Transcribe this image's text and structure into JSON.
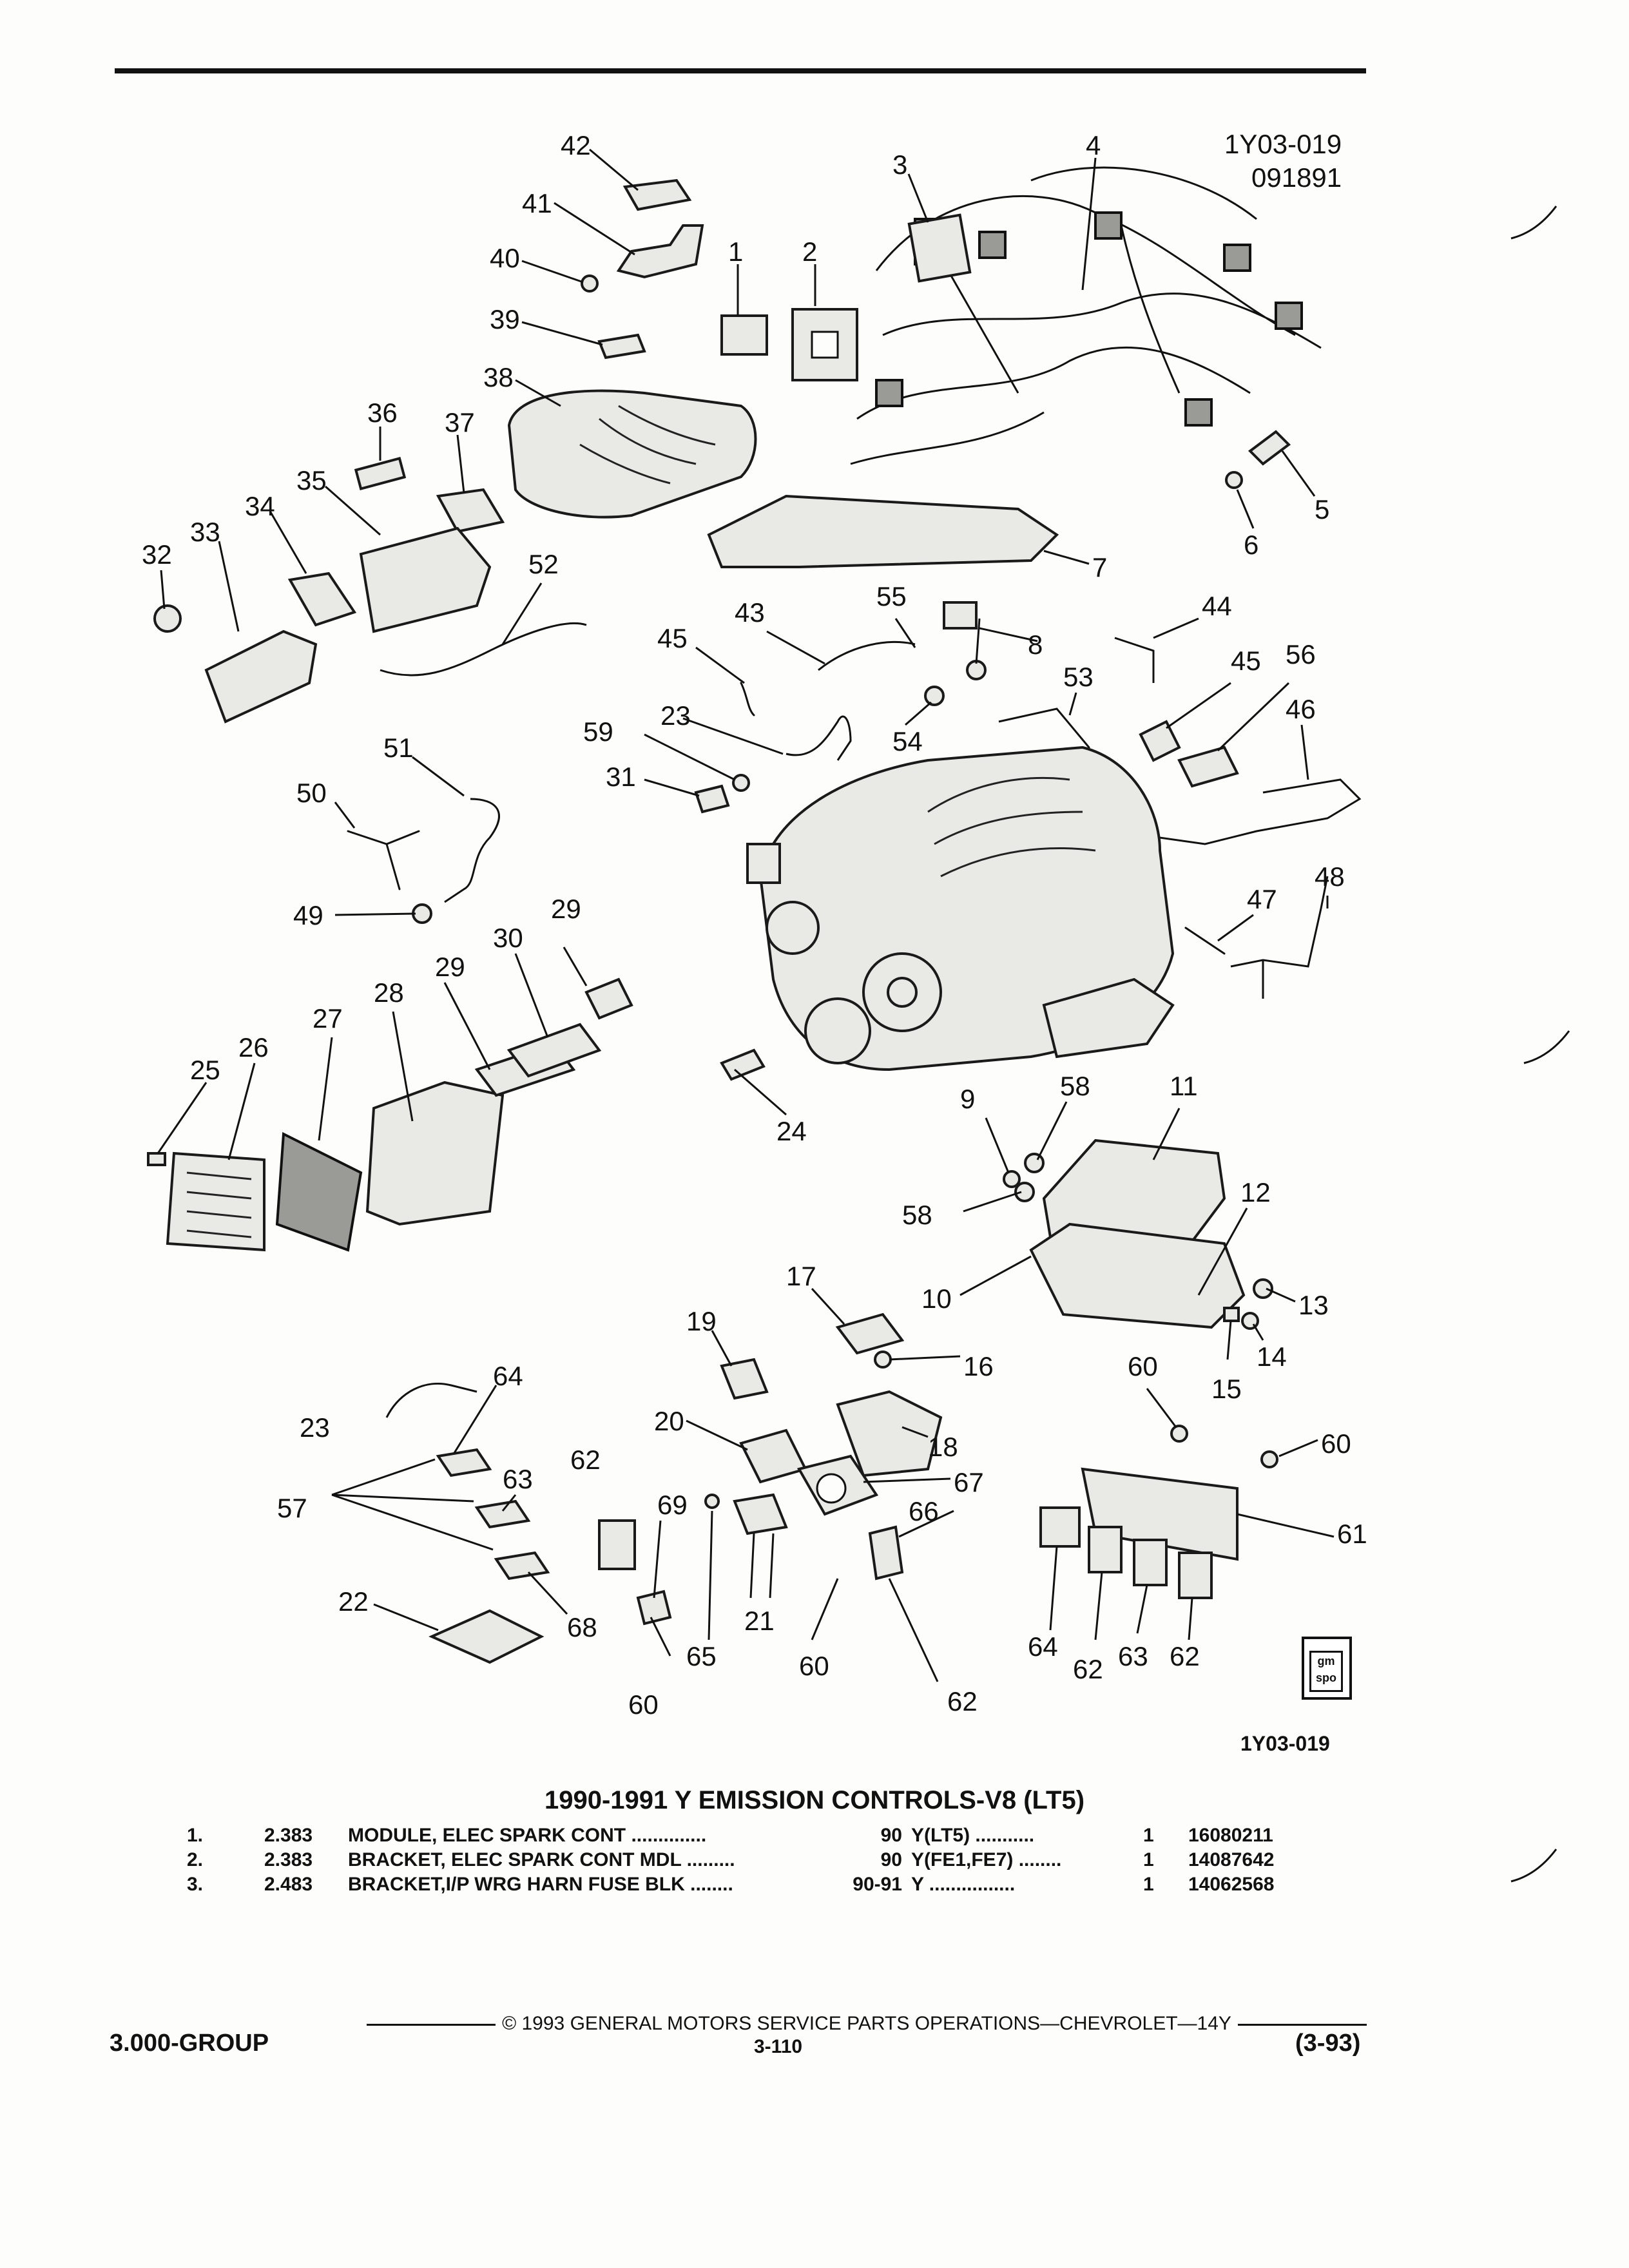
{
  "header": {
    "diagram_code": "1Y03-019",
    "date_code": "091891"
  },
  "diagram": {
    "callouts": [
      "42",
      "41",
      "40",
      "39",
      "38",
      "36",
      "37",
      "35",
      "34",
      "33",
      "32",
      "1",
      "2",
      "3",
      "4",
      "5",
      "6",
      "7",
      "52",
      "55",
      "43",
      "8",
      "44",
      "45",
      "45",
      "56",
      "46",
      "53",
      "59",
      "23",
      "54",
      "31",
      "51",
      "50",
      "49",
      "30",
      "29",
      "29",
      "48",
      "47",
      "28",
      "27",
      "26",
      "25",
      "24",
      "9",
      "58",
      "11",
      "58",
      "12",
      "10",
      "13",
      "14",
      "15",
      "17",
      "19",
      "16",
      "18",
      "64",
      "20",
      "67",
      "23",
      "63",
      "57",
      "62",
      "69",
      "66",
      "60",
      "60",
      "61",
      "21",
      "22",
      "68",
      "65",
      "60",
      "64",
      "62",
      "63",
      "62",
      "62",
      "60"
    ],
    "caption_code": "1Y03-019",
    "logo_text": "gm spo"
  },
  "table": {
    "title": "1990-1991 Y EMISSION CONTROLS-V8 (LT5)",
    "rows": [
      {
        "num": "1.",
        "group": "2.383",
        "name": "MODULE",
        "desc": ", ELEC SPARK CONT",
        "dots": " ..............",
        "years": "90",
        "app": "Y(LT5) ...........",
        "qty": "1",
        "pn": "16080211"
      },
      {
        "num": "2.",
        "group": "2.383",
        "name": "BRACKET",
        "desc": ", ELEC SPARK CONT MDL",
        "dots": " .........",
        "years": "90",
        "app": "Y(FE1,FE7) ........",
        "qty": "1",
        "pn": "14087642"
      },
      {
        "num": "3.",
        "group": "2.483",
        "name": "BRACKET",
        "desc": ",I/P WRG HARN FUSE BLK",
        "dots": " ........",
        "years": "90-91",
        "app": "Y ................",
        "qty": "1",
        "pn": "14062568"
      }
    ]
  },
  "footer": {
    "copyright": "© 1993 GENERAL MOTORS SERVICE PARTS OPERATIONS—CHEVROLET—14Y",
    "group": "3.000-GROUP",
    "page": "3-110",
    "revision": "(3-93)"
  }
}
